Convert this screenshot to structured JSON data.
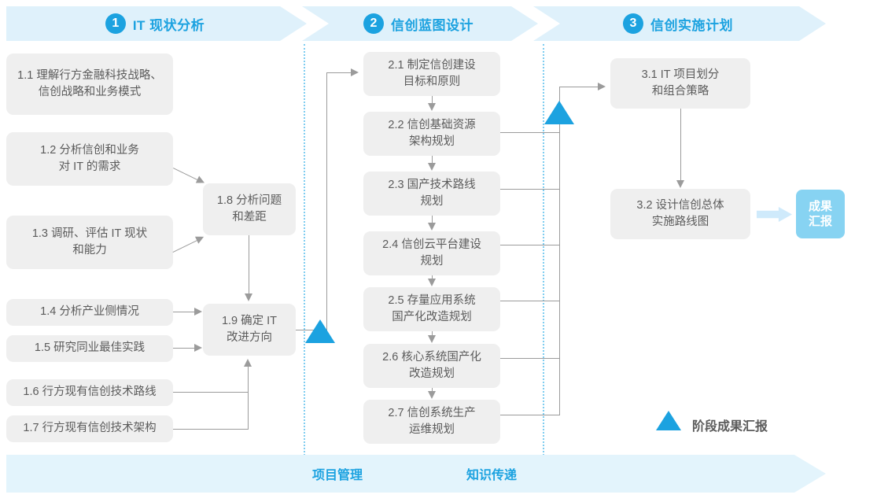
{
  "phases": [
    {
      "num": "1",
      "label": "IT 现状分析"
    },
    {
      "num": "2",
      "label": "信创蓝图设计"
    },
    {
      "num": "3",
      "label": "信创实施计划"
    }
  ],
  "boxes": {
    "b11": "1.1 理解行方金融科技战略、\n信创战略和业务模式",
    "b12": "1.2 分析信创和业务\n对 IT 的需求",
    "b13": "1.3 调研、评估 IT 现状\n和能力",
    "b14": "1.4 分析产业侧情况",
    "b15": "1.5 研究同业最佳实践",
    "b16": "1.6 行方现有信创技术路线",
    "b17": "1.7 行方现有信创技术架构",
    "b18": "1.8 分析问题\n和差距",
    "b19": "1.9 确定 IT\n改进方向",
    "b21": "2.1 制定信创建设\n目标和原则",
    "b22": "2.2 信创基础资源\n架构规划",
    "b23": "2.3 国产技术路线\n规划",
    "b24": "2.4 信创云平台建设\n规划",
    "b25": "2.5 存量应用系统\n国产化改造规划",
    "b26": "2.6 核心系统国产化\n改造规划",
    "b27": "2.7 信创系统生产\n运维规划",
    "b31": "3.1 IT 项目划分\n和组合策略",
    "b32": "3.2 设计信创总体\n实施路线图"
  },
  "badge": {
    "label": "成果\n汇报"
  },
  "legend": {
    "label": "阶段成果汇报"
  },
  "bottom": {
    "left_label": "项目管理",
    "right_label": "知识传递"
  },
  "colors": {
    "accent": "#1ca2e0",
    "band": "#dff1fb",
    "band_bottom": "#e3f4fc",
    "box_fill": "#efefef",
    "box_text": "#5b5b5b",
    "badge_fill": "#87d3f2",
    "connector": "#9b9b9b",
    "dash": "#7fcdf0"
  }
}
